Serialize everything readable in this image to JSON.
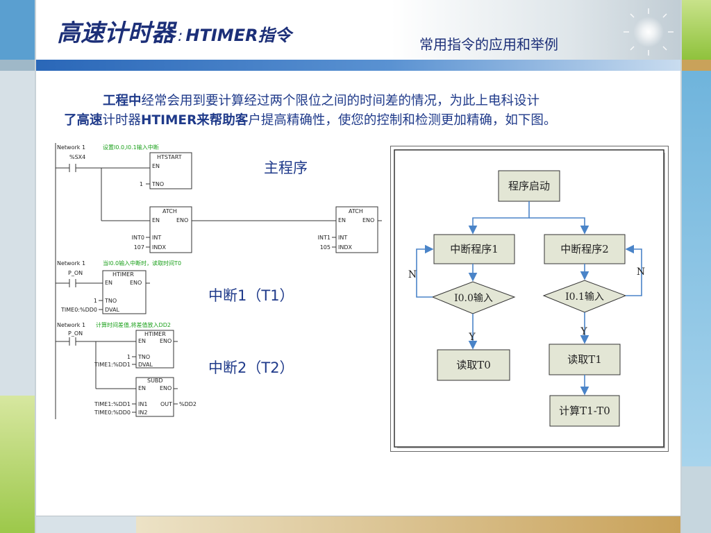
{
  "header": {
    "title_cn": "高速计时器",
    "title_sep": ":",
    "title_en": "HTIMER指令",
    "subtitle": "常用指令的应用和举例"
  },
  "intro": {
    "line1_bold": "工程中",
    "line1_rest": "经常会用到要计算经过两个限位之间的时间差的情况，为此上电科设计",
    "line2_bold": "了高速",
    "line2_mid": "计时器",
    "line2_bold2": "HTIMER来帮助客",
    "line2_rest": "户提高精确性，使您的控制和检测更加精确，如下图。"
  },
  "labels": {
    "main_program": "主程序",
    "interrupt1": "中断1（T1）",
    "interrupt2": "中断2（T2）"
  },
  "ladder": {
    "net1": {
      "network": "Network 1",
      "comment": "设置I0.0,I0.1输入中断",
      "contact": "%SX4",
      "htstart": {
        "name": "HTSTART",
        "en": "EN",
        "tno_val": "1",
        "tno": "TNO"
      },
      "atch1": {
        "name": "ATCH",
        "en": "EN",
        "eno": "ENO",
        "int_val": "INT0",
        "int": "INT",
        "indx_val": "107",
        "indx": "INDX"
      },
      "atch2": {
        "name": "ATCH",
        "en": "EN",
        "eno": "ENO",
        "int_val": "INT1",
        "int": "INT",
        "indx_val": "105",
        "indx": "INDX"
      }
    },
    "net2": {
      "network": "Network 1",
      "comment": "当I0.0输入中断时，读取时间T0",
      "contact": "P_ON",
      "htimer": {
        "name": "HTIMER",
        "en": "EN",
        "eno": "ENO",
        "tno_val": "1",
        "tno": "TNO",
        "dval_val": "TIME0:%DD0",
        "dval": "DVAL"
      }
    },
    "net3": {
      "network": "Network 1",
      "comment": "计算时间差值,将差值放入DD2",
      "contact": "P_ON",
      "htimer": {
        "name": "HTIMER",
        "en": "EN",
        "eno": "ENO",
        "tno_val": "1",
        "tno": "TNO",
        "dval_val": "TIME1:%DD1",
        "dval": "DVAL"
      },
      "subd": {
        "name": "SUBD",
        "en": "EN",
        "eno": "ENO",
        "in1_val": "TIME1:%DD1",
        "in1": "IN1",
        "out": "OUT",
        "out_val": "%DD2",
        "in2_val": "TIME0:%DD0",
        "in2": "IN2"
      }
    }
  },
  "flowchart": {
    "start": "程序启动",
    "int1": "中断程序1",
    "int2": "中断程序2",
    "dec1": "I0.0输入",
    "dec2": "I0.1输入",
    "n_left": "N",
    "n_right": "N",
    "y_left": "Y",
    "y_right": "Y",
    "read0": "读取T0",
    "read1": "读取T1",
    "calc": "计算T1-T0"
  },
  "colors": {
    "title": "#1c2f78",
    "text": "#1f3a8a",
    "band_blue": "#2f73c2",
    "band_gold": "#c9a25a",
    "right_col": "#8ec8e6",
    "green": "#8fc23c",
    "flow_box": "#e3e6d5",
    "flow_arrow": "#4a84c8"
  }
}
